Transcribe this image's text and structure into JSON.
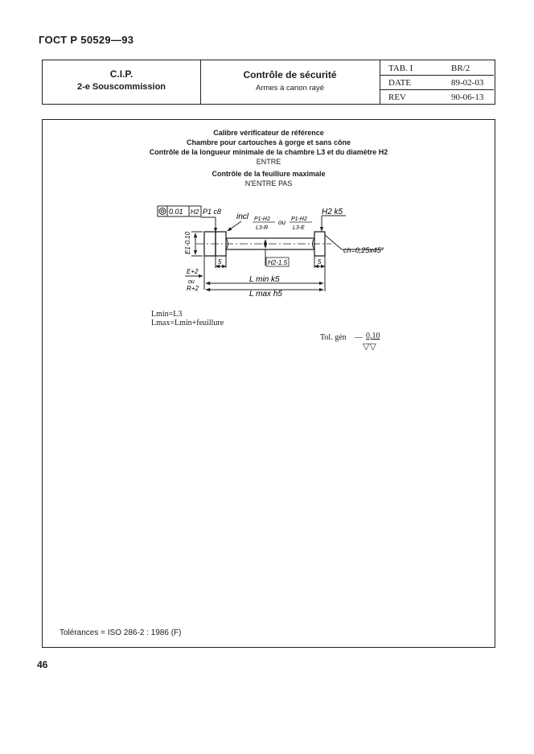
{
  "document": {
    "code": "ГОСТ Р 50529—93",
    "page_number": "46"
  },
  "header": {
    "org": "C.I.P.",
    "subcommission": "2-e Souscommission",
    "title": "Contrôle de sécurité",
    "subtitle": "Armes à canon rayé",
    "rows": [
      {
        "label": "TAB. I",
        "value": "BR/2"
      },
      {
        "label": "DATE",
        "value": "89-02-03"
      },
      {
        "label": "REV",
        "value": "90-06-13"
      }
    ]
  },
  "body": {
    "titles": [
      "Calibre vérificateur de référence",
      "Chambre pour cartouches à gorge et sans cône",
      "Contrôle de la longueur minimale de la chambre L3 et du diamètre H2",
      "ENTRE",
      "Contrôle de la feuillure maximale",
      "N'ENTRE PAS"
    ],
    "drawing": {
      "tolerance_frame": "0.01",
      "datum": "H2",
      "left_label": "P1 c8",
      "right_label": "H2 k5",
      "incl_label": "incl",
      "formula_1_num": "P1-H2",
      "formula_1_den": "L3-R",
      "formula_or": "ou",
      "formula_2_num": "P1-H2",
      "formula_2_den": "L3-E",
      "vertical_dim": "E1-0.10",
      "chamfer": "ch=0,25x45°",
      "dim_5_left": "5",
      "dim_5_right": "5",
      "dim_h2": "H2-1.5",
      "dim_e": "E+2",
      "dim_ou": "ou",
      "dim_r": "R+2",
      "dim_lmin": "L min k5",
      "dim_lmax": "L max h5"
    },
    "lmin_formula": "Lmin=L3",
    "lmax_formula": "Lmax=Lmin+feuillure",
    "tol_gen_label": "Tol. gén",
    "tol_gen_value": "0,10",
    "tol_gen_symbol": "▽▽",
    "footer_tolerances": "Tolérances = ISO 286-2 : 1986 (F)"
  }
}
